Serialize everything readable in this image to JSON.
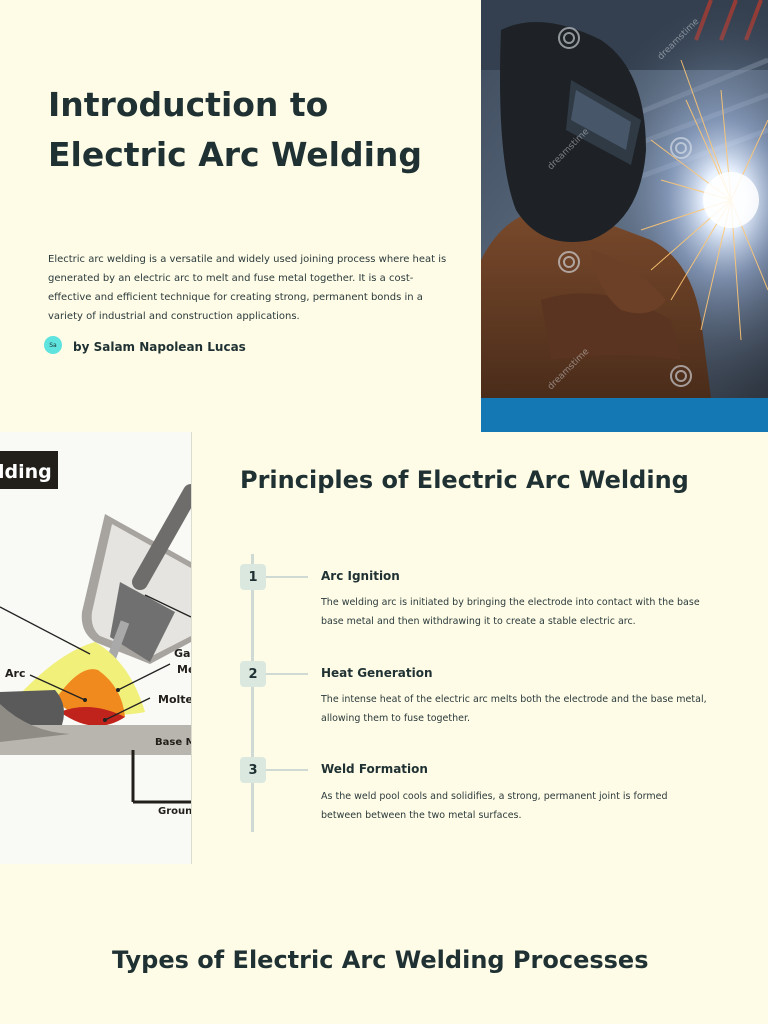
{
  "hero": {
    "title_line1": "Introduction to",
    "title_line2": "Electric Arc Welding",
    "description": "Electric arc welding is a versatile and widely used joining process where heat is generated by an electric arc to melt and fuse metal together. It is a cost-effective and efficient technique for creating strong, permanent bonds in a variety of industrial and construction applications.",
    "author_initials": "Sa",
    "author": "by Salam Napolean Lucas"
  },
  "photo": {
    "watermark": "dreamstime"
  },
  "diagram": {
    "banner": "lding",
    "labels": {
      "arc": "Arc",
      "gas": "Gas",
      "me": "Me",
      "molten": "Molte",
      "base": "Base M",
      "ground": "Groun"
    }
  },
  "principles": {
    "title": "Principles of Electric Arc Welding",
    "steps": [
      {
        "number": "1",
        "title": "Arc Ignition",
        "text": "The welding arc is initiated by bringing the electrode into contact with the base base metal and then withdrawing it to create a stable electric arc."
      },
      {
        "number": "2",
        "title": "Heat Generation",
        "text": "The intense heat of the electric arc melts both the electrode and the base metal, allowing them to fuse together."
      },
      {
        "number": "3",
        "title": "Weld Formation",
        "text": "As the weld pool cools and solidifies, a strong, permanent joint is formed between between the two metal surfaces."
      }
    ]
  },
  "types": {
    "title": "Types of Electric Arc Welding Processes"
  },
  "colors": {
    "background": "#fefce6",
    "heading": "#1f3133",
    "accent_bar": "#1478b5",
    "avatar": "#5fe3de",
    "step_badge": "#dbe8df"
  }
}
